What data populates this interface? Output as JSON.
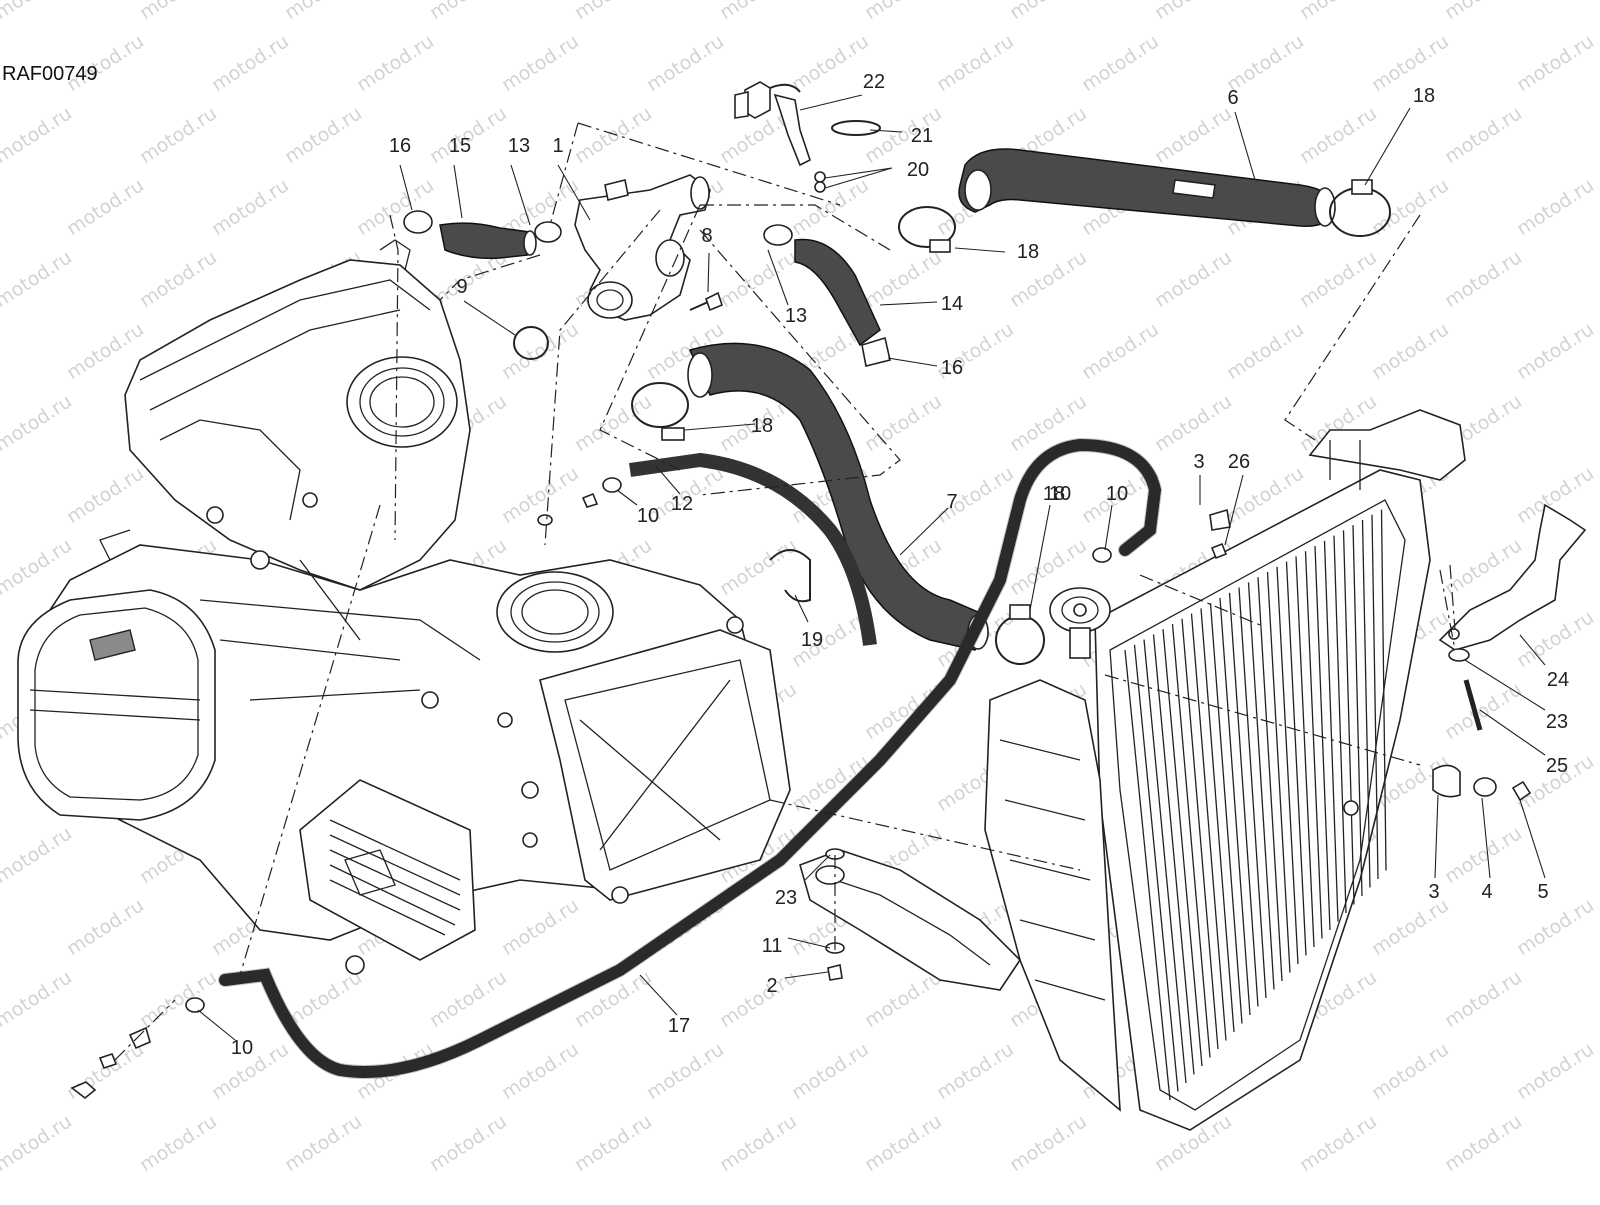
{
  "diagram": {
    "reference_code": "RAF00749",
    "watermark_text": "motod.ru",
    "callouts": [
      "1",
      "2",
      "3",
      "3",
      "4",
      "5",
      "6",
      "7",
      "8",
      "9",
      "10",
      "10",
      "10",
      "10",
      "11",
      "12",
      "13",
      "13",
      "14",
      "15",
      "16",
      "16",
      "17",
      "18",
      "18",
      "18",
      "18",
      "19",
      "20",
      "21",
      "22",
      "23",
      "23",
      "24",
      "25",
      "26"
    ],
    "colors": {
      "line": "#222222",
      "hose": "#4a4a4a",
      "watermark": "#d3d3d3",
      "background": "#ffffff"
    }
  }
}
